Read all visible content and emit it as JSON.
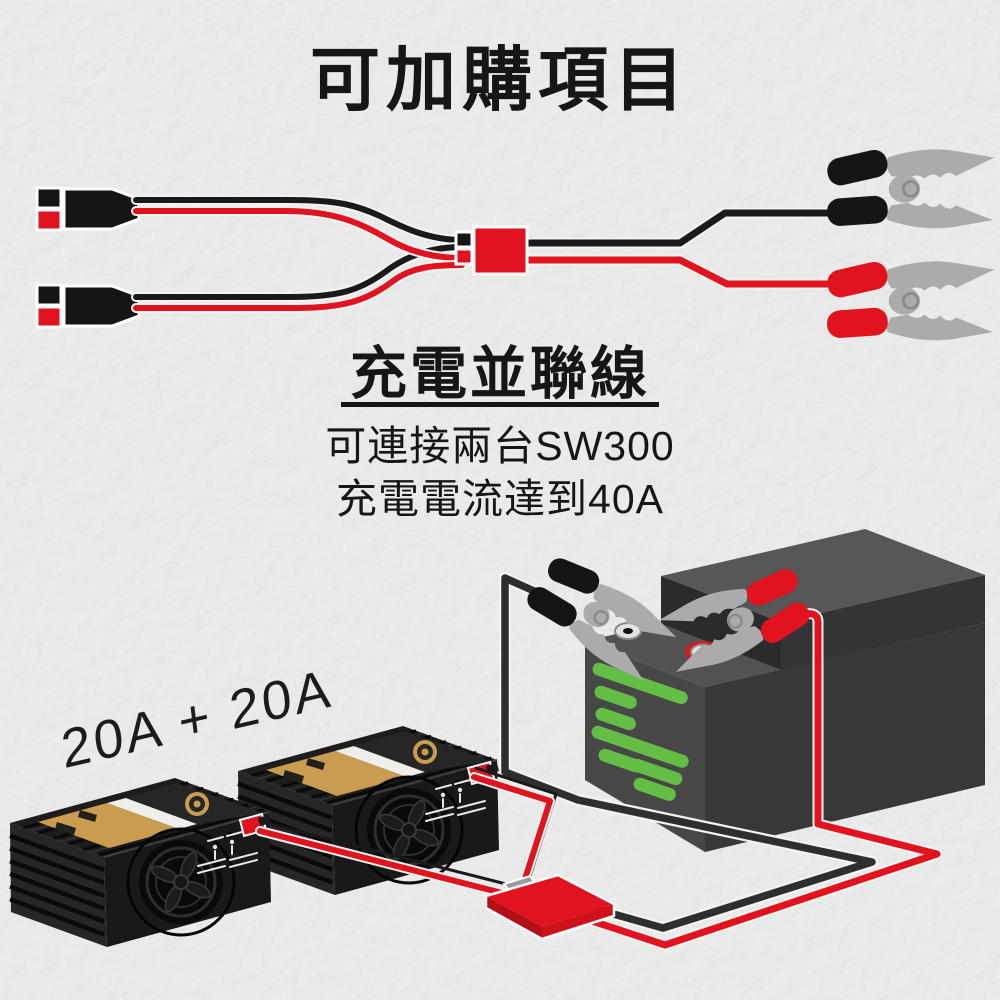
{
  "title": "可加購項目",
  "cable_section": {
    "product_name": "充電並聯線",
    "description_line1": "可連接兩台SW300",
    "description_line2": "充電電流達到40A"
  },
  "setup_section": {
    "combined_output_label": "20A + 20A"
  },
  "colors": {
    "background": "#e7e7e6",
    "accent_red": "#e0131f",
    "wire_black": "#1a1a1a",
    "battery_green": "#64bd44",
    "charger_gold": "#c99c50",
    "clip_gray": "#ababab",
    "text": "#161616"
  },
  "icons": {
    "cable_illustration": "parallel-charging-cable-illustration",
    "setup_illustration": "dual-charger-battery-wiring-illustration",
    "clip": "alligator-clip-icon",
    "battery": "lead-acid-battery-icon",
    "charger": "battery-charger-icon",
    "junction": "parallel-junction-connector-icon"
  }
}
